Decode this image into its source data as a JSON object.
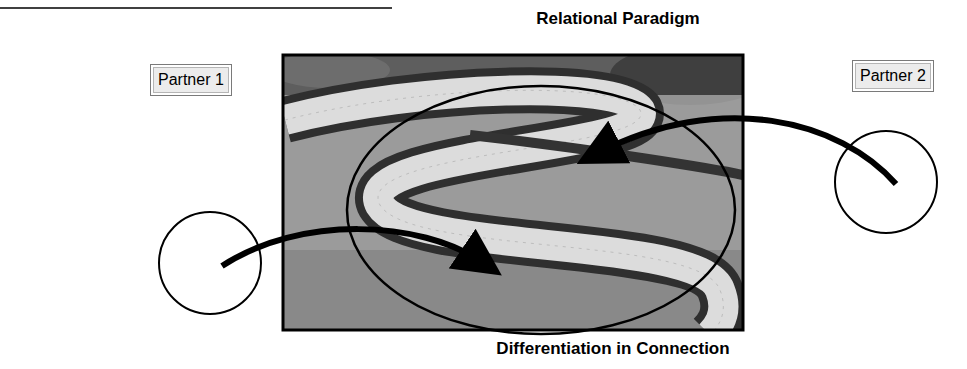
{
  "diagram": {
    "title": "Relational Paradigm",
    "caption": "Differentiation in Connection",
    "nodes": [
      {
        "text": [
          "Partner 1"
        ]
      },
      {
        "text": [
          "Partner 2"
        ]
      }
    ]
  }
}
